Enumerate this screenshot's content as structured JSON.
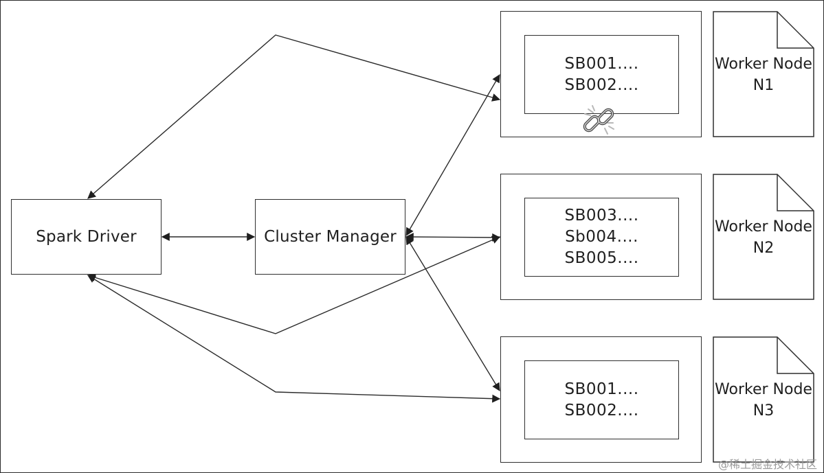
{
  "driver": {
    "label": "Spark Driver"
  },
  "cluster_manager": {
    "label": "Cluster Manager"
  },
  "workers": [
    {
      "blocks": [
        "SB001....",
        "SB002...."
      ],
      "node_line1": "Worker Node",
      "node_line2": "N1"
    },
    {
      "blocks": [
        "SB003....",
        "Sb004....",
        "SB005...."
      ],
      "node_line1": "Worker Node",
      "node_line2": "N2"
    },
    {
      "blocks": [
        "SB001....",
        "SB002...."
      ],
      "node_line1": "Worker Node",
      "node_line2": "N3"
    }
  ],
  "broken_link_icon": "broken-chain-icon",
  "watermark": "@稀土掘金技术社区"
}
